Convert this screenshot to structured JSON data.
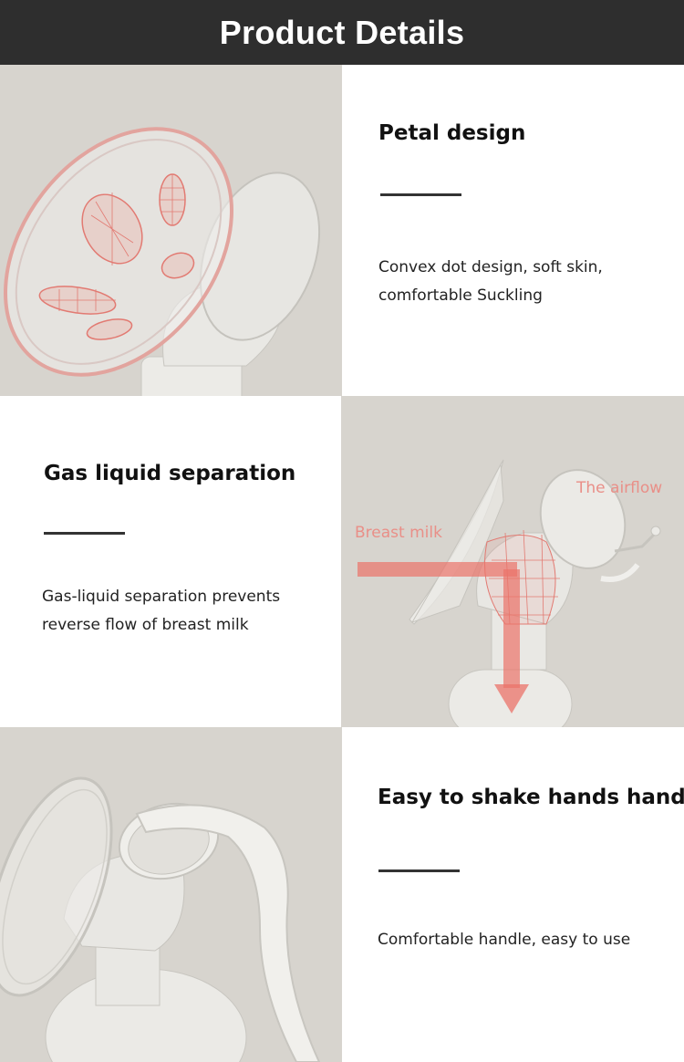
{
  "header": {
    "title": "Product Details"
  },
  "features": [
    {
      "title": "Petal design",
      "description_line1": "Convex dot design, soft skin,",
      "description_line2": "comfortable Suckling"
    },
    {
      "title": "Gas liquid separation",
      "description_line1": "Gas-liquid separation prevents",
      "description_line2": "reverse flow of breast milk",
      "annotations": {
        "airflow": "The airflow",
        "milk": "Breast milk"
      }
    },
    {
      "title": "Easy to shake hands handle",
      "description_line1": "Comfortable handle, easy to use"
    }
  ],
  "colors": {
    "header_bg": "#2e2e2e",
    "photo_bg": "#d7d4ce",
    "accent_red": "#e98f88"
  }
}
